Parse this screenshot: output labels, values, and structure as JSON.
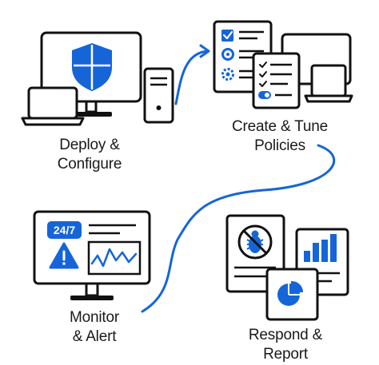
{
  "steps": [
    {
      "id": "deploy",
      "lines": [
        "Deploy &",
        "Configure"
      ]
    },
    {
      "id": "create",
      "lines": [
        "Create & Tune",
        "Policies"
      ]
    },
    {
      "id": "monitor",
      "lines": [
        "Monitor",
        "& Alert"
      ]
    },
    {
      "id": "respond",
      "lines": [
        "Respond &",
        "Report"
      ]
    }
  ],
  "dashboard": {
    "badge": "24/7"
  },
  "colors": {
    "accent": "#1565d8",
    "stroke": "#111111",
    "background": "#ffffff"
  },
  "icons": {
    "deploy": [
      "monitor-icon",
      "shield-icon",
      "laptop-icon",
      "desktop-tower-icon"
    ],
    "create": [
      "policy-checklist-icon",
      "checkbox-icon",
      "gear-icon",
      "toggle-icon",
      "monitor-icon",
      "laptop-icon"
    ],
    "monitor": [
      "dashboard-monitor-icon",
      "warning-icon",
      "line-chart-icon"
    ],
    "respond": [
      "bug-blocked-icon",
      "bar-chart-icon",
      "pie-chart-icon"
    ]
  }
}
